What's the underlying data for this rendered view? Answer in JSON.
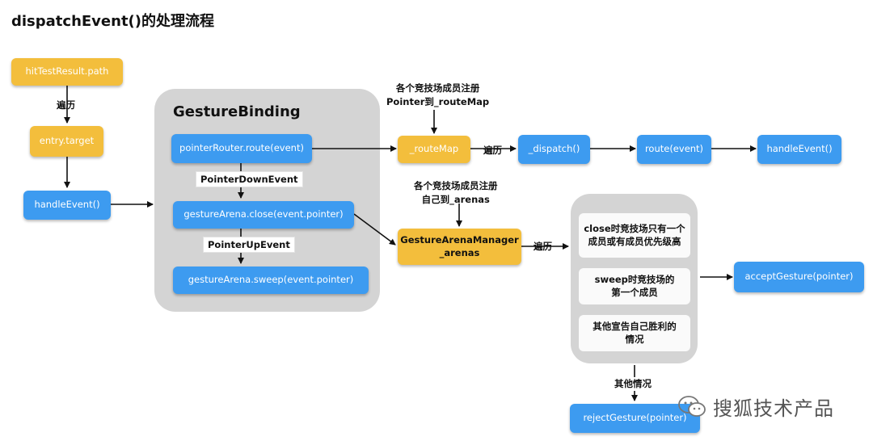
{
  "title": "dispatchEvent()的处理流程",
  "group_gesture_binding": {
    "title": "GestureBinding"
  },
  "nodes": {
    "hit_test_result": "hitTestResult.path",
    "entry_target": "entry.target",
    "handle_event_left": "handleEvent()",
    "pointer_router_route": "pointerRouter.route(event)",
    "gesture_arena_close": "gestureArena.close(event.pointer)",
    "gesture_arena_sweep": "gestureArena.sweep(event.pointer)",
    "route_map": "_routeMap",
    "dispatch": "_dispatch()",
    "route_event": "route(event)",
    "handle_event_right": "handleEvent()",
    "gesture_arena_manager": "GestureArenaManager\n_arenas",
    "close_case": "close时竞技场只有一个\n成员或有成员优先级高",
    "sweep_case": "sweep时竞技场的\n第一个成员",
    "other_win_case": "其他宣告自己胜利的\n情况",
    "accept_gesture": "acceptGesture(pointer)",
    "reject_gesture": "rejectGesture(pointer)"
  },
  "labels": {
    "traverse_1": "遍历",
    "traverse_2": "遍历",
    "traverse_3": "遍历",
    "register_route_map": "各个竞技场成员注册\nPointer到_routeMap",
    "register_arenas": "各个竞技场成员注册\n自己到_arenas",
    "pointer_down_event": "PointerDownEvent",
    "pointer_up_event": "PointerUpEvent",
    "other_cases": "其他情况"
  },
  "watermark": "搜狐技术产品",
  "colors": {
    "blue": "#3d9bf0",
    "yellow": "#f3be3c",
    "group_gray": "#d4d4d4"
  }
}
